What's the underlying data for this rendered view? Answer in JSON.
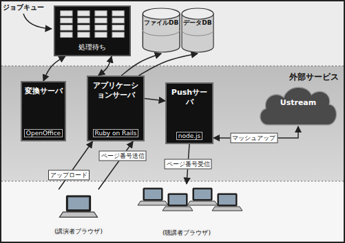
{
  "diagram": {
    "nodes": [
      {
        "text": [
          "処理待ち"
        ]
      },
      {
        "text": [
          "ファイルDB"
        ]
      },
      {
        "text": [
          "データDB"
        ]
      },
      {
        "text": [
          "変換サーバ",
          "OpenOffice"
        ]
      },
      {
        "text": [
          "アプリケーションサーバ",
          "Ruby on Rails"
        ]
      },
      {
        "text": [
          "Pushサーバ",
          "node.js"
        ]
      },
      {
        "text": [
          "外部サービス",
          "Ustream"
        ]
      },
      {
        "text": [
          "(講演者ブラウザ)"
        ]
      },
      {
        "text": [
          "(聴講者ブラウザ)"
        ]
      }
    ],
    "edges": [
      {
        "from": 3,
        "to": 0,
        "arrow": "both"
      },
      {
        "from": 4,
        "to": 0,
        "arrow": "both"
      },
      {
        "from": 4,
        "to": 1,
        "arrow": "to"
      },
      {
        "from": 4,
        "to": 2,
        "arrow": "to"
      },
      {
        "from": 4,
        "to": 5,
        "arrow": "to"
      },
      {
        "from": 5,
        "to": 6,
        "label": "マッシュアップ",
        "arrow": "both"
      },
      {
        "from": 7,
        "to": 4,
        "label": "アップロード",
        "arrow": "to"
      },
      {
        "from": 7,
        "to": 4,
        "label": "ページ番号送信",
        "arrow": "to"
      },
      {
        "from": 5,
        "to": 8,
        "label": "ページ番号受信",
        "arrow": "to"
      }
    ],
    "labels": [
      "ジョブキュー"
    ]
  }
}
